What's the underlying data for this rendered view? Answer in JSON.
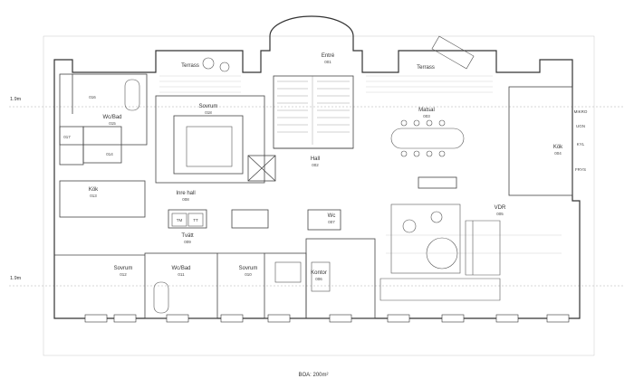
{
  "plan": {
    "area_label": "BOA: 200m²",
    "level_markers": [
      "1.9m",
      "1.9m"
    ],
    "rooms": {
      "entre": {
        "name": "Entré",
        "number": "001"
      },
      "hall": {
        "name": "Hall",
        "number": "002"
      },
      "matsal": {
        "name": "Matsal",
        "number": "003"
      },
      "kok004": {
        "name": "Kök",
        "number": "004"
      },
      "vdr": {
        "name": "VDR",
        "number": "005"
      },
      "kontor": {
        "name": "Kontor",
        "number": "006"
      },
      "wc": {
        "name": "Wc",
        "number": "007"
      },
      "inrehall": {
        "name": "Inre hall",
        "number": "008"
      },
      "tvatt": {
        "name": "Tvätt",
        "number": "009"
      },
      "sovrum010": {
        "name": "Sovrum",
        "number": "010"
      },
      "wcbad011": {
        "name": "Wc/Bad",
        "number": "011"
      },
      "sovrum012": {
        "name": "Sovrum",
        "number": "012"
      },
      "kok013": {
        "name": "Kök",
        "number": "013"
      },
      "wc014": {
        "name": "",
        "number": "014"
      },
      "wcbad015": {
        "name": "Wc/Bad",
        "number": "015"
      },
      "r016": {
        "name": "",
        "number": "016"
      },
      "r017": {
        "name": "",
        "number": "017"
      },
      "sovrum018": {
        "name": "Sovrum",
        "number": "018"
      }
    },
    "terraces": [
      "Terrass",
      "Terrass"
    ],
    "appliances": {
      "mikro": "MIKRO",
      "ugn": "UGN",
      "kyl": "KYL",
      "frys": "FRYS",
      "tm": "TM",
      "tt": "TT"
    }
  }
}
